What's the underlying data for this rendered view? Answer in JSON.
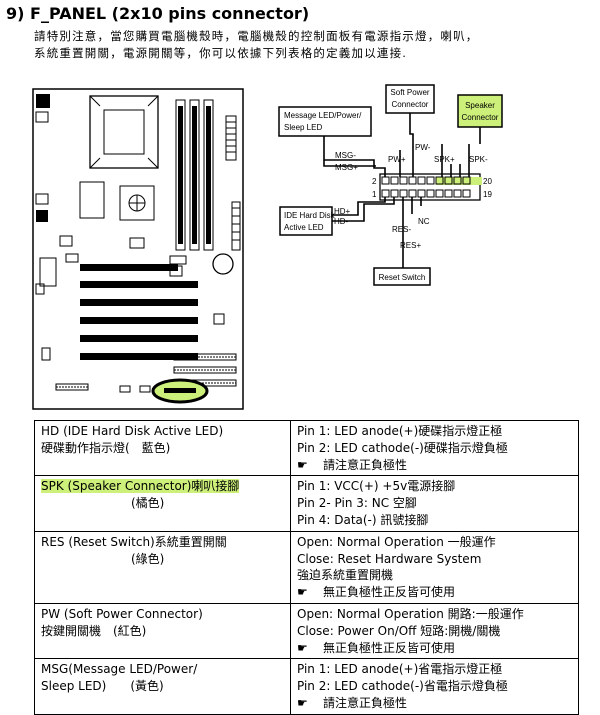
{
  "heading": "9)  F_PANEL (2x10 pins connector)",
  "intro": {
    "line1": "請特別注意，當您購買電腦機殼時，電腦機殼的控制面板有電源指示燈，喇叭，",
    "line2": "系統重置開關，電源開關等，你可以依據下列表格的定義加以連接."
  },
  "diagram": {
    "boxes": {
      "soft_power": [
        "Soft Power",
        "Connector"
      ],
      "speaker": [
        "Speaker",
        "Connector"
      ],
      "message": [
        "Message LED/Power/",
        "Sleep LED"
      ],
      "ide": [
        "IDE Hard Disk",
        "Active LED"
      ],
      "reset": "Reset Switch"
    },
    "pins": {
      "pw_minus": "PW-",
      "pw_plus": "PW+",
      "msg_minus": "MSG-",
      "msg_plus": "MSG+",
      "spk_plus": "SPK+",
      "spk_minus": "SPK-",
      "num_2": "2",
      "num_1": "1",
      "num_20": "20",
      "num_19": "19",
      "hd_plus": "HD+",
      "hd_minus": "HD-",
      "nc": "NC",
      "res_minus": "RES-",
      "res_plus": "RES+"
    }
  },
  "table": {
    "rows": [
      {
        "left": [
          "HD (IDE Hard Disk Active LED)",
          "硬碟動作指示燈(　藍色)"
        ],
        "right": [
          "Pin 1: LED anode(+)硬碟指示燈正極",
          "Pin 2: LED cathode(-)硬碟指示燈負極",
          "請注意正負極性"
        ]
      },
      {
        "left": [
          "SPK (Speaker Connector)喇叭接腳",
          "(橘色)"
        ],
        "right": [
          "Pin 1: VCC(+)  +5v電源接腳",
          "Pin 2- Pin 3: NC 空腳",
          "Pin 4: Data(-) 訊號接腳"
        ]
      },
      {
        "left": [
          "RES (Reset Switch)系統重置開關",
          "(綠色)"
        ],
        "right": [
          "Open: Normal Operation 一般運作",
          "Close: Reset Hardware System",
          "強迫系統重置開機",
          "無正負極性正反皆可使用"
        ]
      },
      {
        "left": [
          "PW (Soft Power Connector)",
          "按鍵開關機　(紅色)"
        ],
        "right": [
          "Open: Normal Operation 開路:一般運作",
          "Close: Power On/Off 短路:開機/關機",
          "無正負極性正反皆可使用"
        ]
      },
      {
        "left": [
          "MSG(Message LED/Power/",
          "Sleep LED)　　(黃色)"
        ],
        "right": [
          "Pin 1: LED anode(+)省電指示燈正極",
          "Pin 2: LED cathode(-)省電指示燈負極",
          "請注意正負極性"
        ]
      }
    ]
  },
  "colors": {
    "highlight": "#cdf07a",
    "ink": "#000000"
  }
}
